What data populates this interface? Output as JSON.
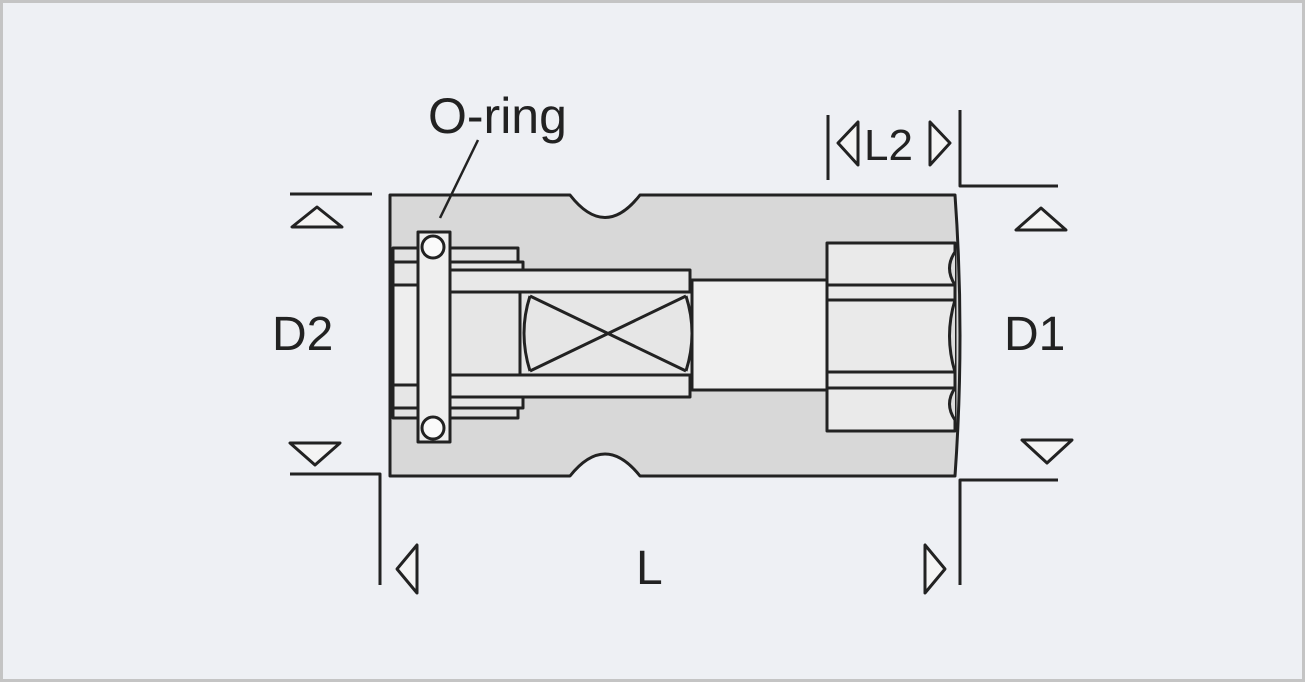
{
  "diagram": {
    "labels": {
      "oring": "O-ring",
      "l2": "L2",
      "d2": "D2",
      "d1": "D1",
      "l": "L"
    },
    "colors": {
      "background": "#eef0f4",
      "body_fill": "#d8d8d8",
      "stroke": "#222222",
      "border": "#c4c4c4"
    }
  }
}
